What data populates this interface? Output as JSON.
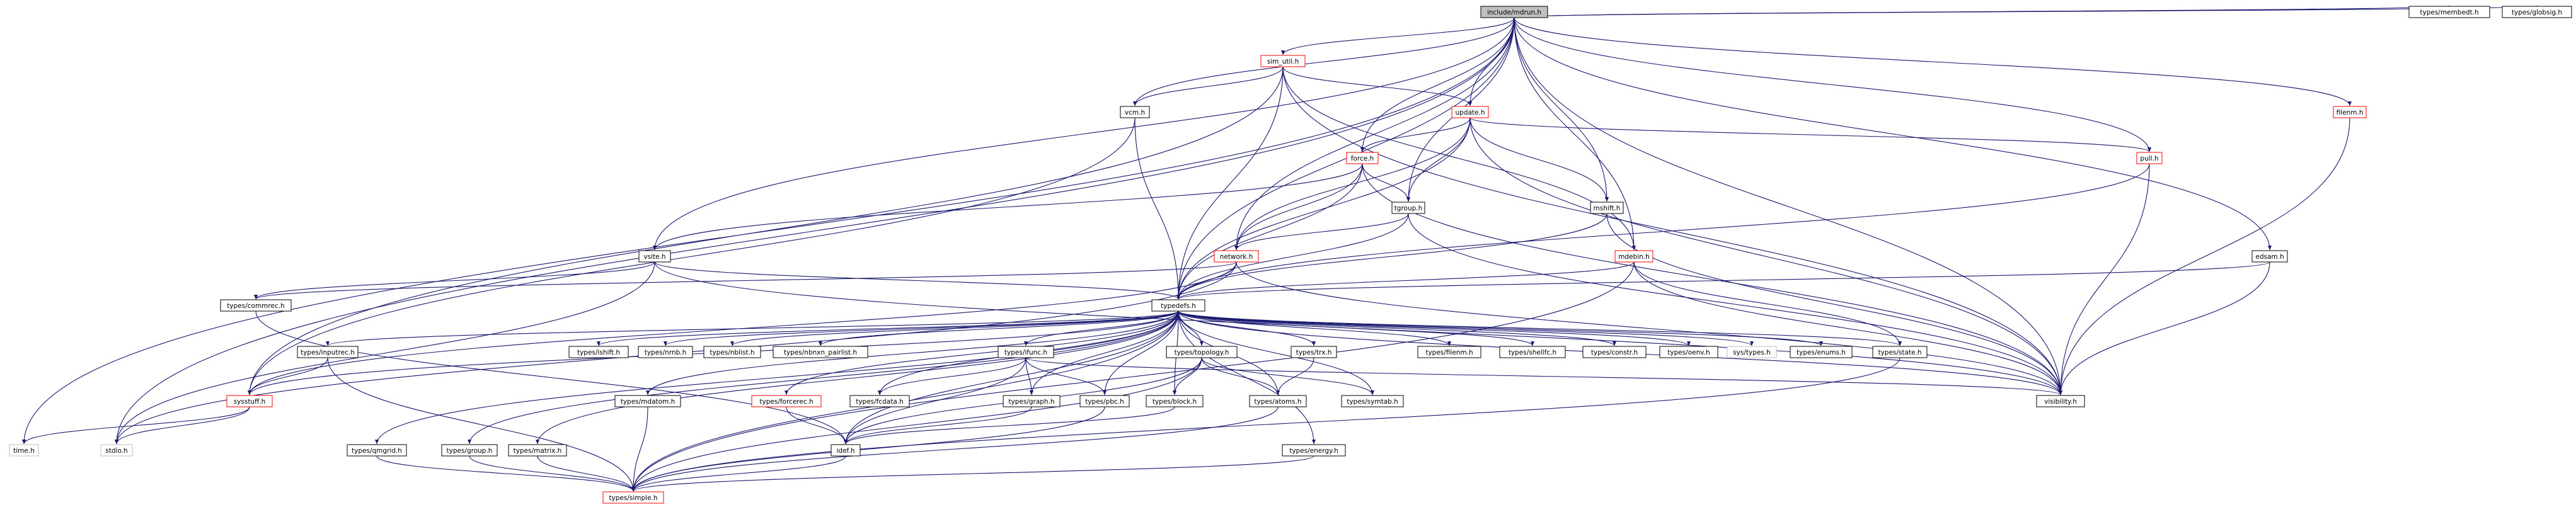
{
  "colors": {
    "edge": "#191970",
    "node_border": "#000000",
    "node_border_red": "#ff0000",
    "node_border_gray": "#bfbfbf",
    "root_fill": "#bfbfbf",
    "node_fill": "#ffffff"
  },
  "nodes": {
    "root": "include/mdrun.h",
    "sim_util": "sim_util.h",
    "vcm": "vcm.h",
    "update": "update.h",
    "pull": "pull.h",
    "force": "force.h",
    "tgroup": "tgroup.h",
    "mshift": "mshift.h",
    "network": "network.h",
    "mdebin": "mdebin.h",
    "vsite": "vsite.h",
    "edsam": "edsam.h",
    "filenm": "filenm.h",
    "mimbedt": "types/membedt.h",
    "globsig": "types/globsig.h",
    "commrec": "types/commrec.h",
    "typedefs": "typedefs.h",
    "time": "time.h",
    "stdio": "stdio.h",
    "inputrec": "types/inputrec.h",
    "ishift": "types/ishift.h",
    "nrnb": "types/nrnb.h",
    "nblist": "types/nblist.h",
    "nbnxn": "types/nbnxn_pairlist.h",
    "ifunc": "types/ifunc.h",
    "topology": "types/topology.h",
    "trx": "types/trx.h",
    "filenm_t": "types/filenm.h",
    "shellfc": "types/shellfc.h",
    "constr": "types/constr.h",
    "oenv": "types/oenv.h",
    "systypes": "sys/types.h",
    "enums": "types/enums.h",
    "state": "types/state.h",
    "sysstuff": "sysstuff.h",
    "mdatom": "types/mdatom.h",
    "forcerec": "types/forcerec.h",
    "fcdata": "types/fcdata.h",
    "graph": "types/graph.h",
    "pbc": "types/pbc.h",
    "block": "types/block.h",
    "atoms": "types/atoms.h",
    "symtab": "types/symtab.h",
    "visibility": "visibility.h",
    "idef": "idef.h",
    "qmmm": "types/qmgrid.h",
    "group": "types/group.h",
    "matrix": "types/matrix.h",
    "energy": "types/energy.h",
    "simple": "types/simple.h"
  }
}
